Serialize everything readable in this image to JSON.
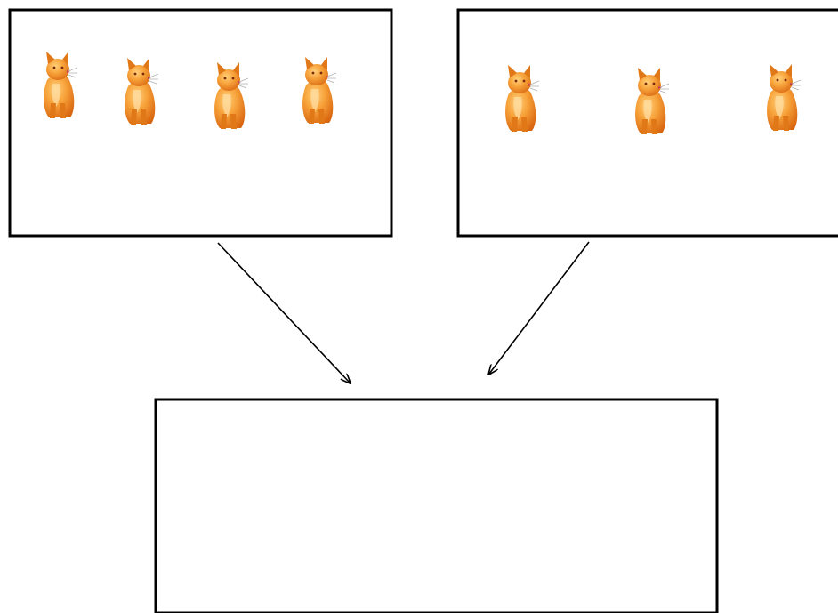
{
  "diagram": {
    "groups": [
      {
        "id": "left-group",
        "count": 4,
        "item": "cat-icon"
      },
      {
        "id": "right-group",
        "count": 3,
        "item": "cat-icon"
      }
    ],
    "result_box": {
      "id": "result",
      "content": ""
    },
    "arrows": [
      {
        "from": "left-group",
        "to": "result"
      },
      {
        "from": "right-group",
        "to": "result"
      }
    ],
    "colors": {
      "stroke": "#000000",
      "background": "#ffffff",
      "cat_light": "#f7a23a",
      "cat_dark": "#d8650f",
      "cat_shadow": "#9e4a12"
    }
  }
}
